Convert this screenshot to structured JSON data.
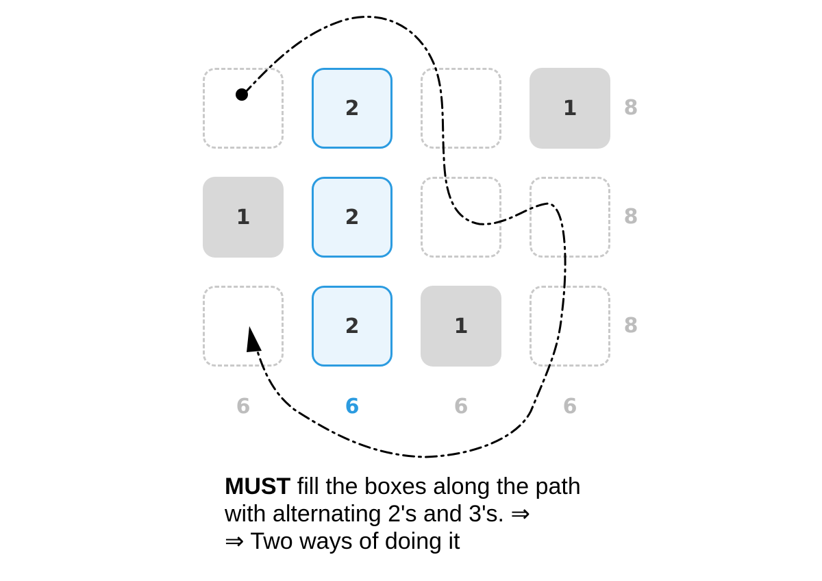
{
  "grid": {
    "rows": [
      [
        {
          "value": "",
          "style": "empty"
        },
        {
          "value": "2",
          "style": "blue"
        },
        {
          "value": "",
          "style": "empty"
        },
        {
          "value": "1",
          "style": "given"
        }
      ],
      [
        {
          "value": "1",
          "style": "given"
        },
        {
          "value": "2",
          "style": "blue"
        },
        {
          "value": "",
          "style": "empty"
        },
        {
          "value": "",
          "style": "empty"
        }
      ],
      [
        {
          "value": "",
          "style": "empty"
        },
        {
          "value": "2",
          "style": "blue"
        },
        {
          "value": "1",
          "style": "given"
        },
        {
          "value": "",
          "style": "empty"
        }
      ]
    ],
    "row_sums": [
      "8",
      "8",
      "8"
    ],
    "col_sums": [
      "6",
      "6",
      "6",
      "6"
    ],
    "highlight_col": 1
  },
  "caption": {
    "bold": "MUST",
    "line1_rest": " fill the boxes along the path",
    "line2": "with alternating 2's and 3's. ⇒",
    "line3": "⇒ Two ways of doing it"
  },
  "colors": {
    "blue": "#2b9be0",
    "blue_fill": "#eaf5fd",
    "given_fill": "#d8d8d8",
    "dashed_border": "#c9c9c9",
    "sum_gray": "#bdbdbd"
  }
}
